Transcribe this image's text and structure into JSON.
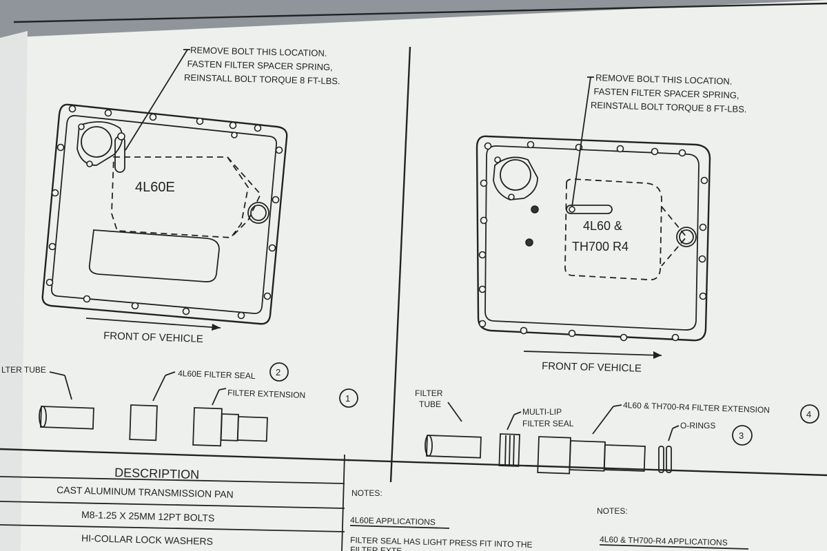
{
  "left_panel": {
    "callout": [
      "REMOVE BOLT THIS LOCATION.",
      "FASTEN FILTER SPACER SPRING,",
      "REINSTALL BOLT TORQUE 8 FT-LBS."
    ],
    "pan_label": "4L60E",
    "front_label": "FRONT OF VEHICLE",
    "parts": {
      "filter_tube": "LTER TUBE",
      "filter_seal": "4L60E FILTER SEAL",
      "filter_extension": "FILTER EXTENSION",
      "num_seal": "2",
      "num_extension": "1"
    }
  },
  "right_panel": {
    "callout": [
      "REMOVE BOLT THIS LOCATION.",
      "FASTEN FILTER SPACER SPRING,",
      "REINSTALL BOLT TORQUE 8 FT-LBS."
    ],
    "pan_label": [
      "4L60 &",
      "TH700 R4"
    ],
    "front_label": "FRONT OF VEHICLE",
    "parts": {
      "filter_tube": [
        "FILTER",
        "TUBE"
      ],
      "multi_lip_seal": [
        "MULTI-LIP",
        "FILTER SEAL"
      ],
      "filter_extension": "4L60 & TH700-R4 FILTER EXTENSION",
      "o_rings": "O-RINGS",
      "num_extension": "4",
      "num_orings": "3"
    }
  },
  "table": {
    "header": "DESCRIPTION",
    "rows": [
      "CAST ALUMINUM TRANSMISSION PAN",
      "M8-1.25 X 25MM 12PT BOLTS",
      "HI-COLLAR LOCK WASHERS"
    ]
  },
  "notes": {
    "label_left": "NOTES:",
    "label_right": "NOTES:",
    "app_left": "4L60E APPLICATIONS",
    "app_right": "4L60 & TH700-R4 APPLICATIONS",
    "body_line": "FILTER SEAL HAS LIGHT PRESS FIT INTO THE",
    "body_line2": "FILTER EXTE"
  }
}
